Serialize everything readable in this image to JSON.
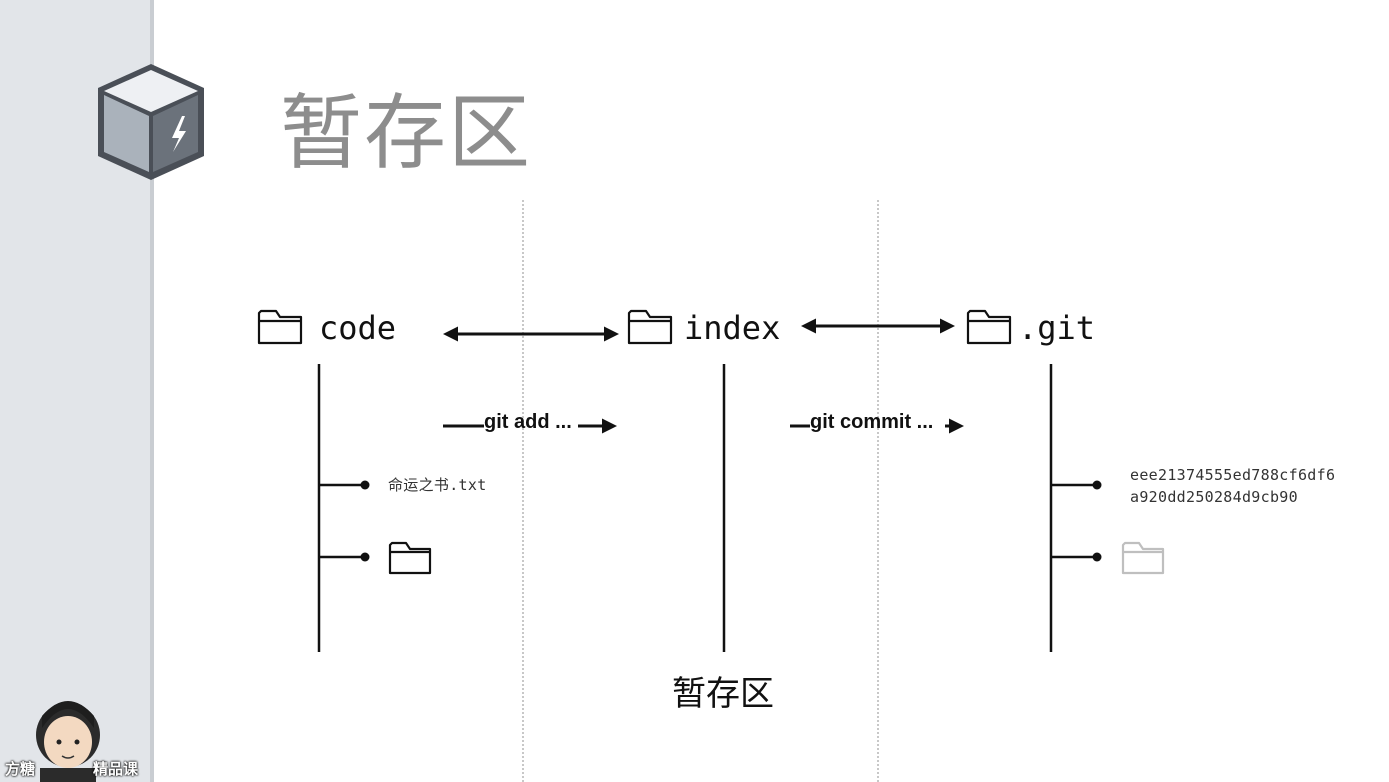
{
  "slide": {
    "title": "暂存区",
    "stage_caption": "暂存区"
  },
  "nodes": {
    "code": {
      "label": "code"
    },
    "index": {
      "label": "index"
    },
    "git": {
      "label": ".git"
    }
  },
  "commands": {
    "add": "git add ...",
    "commit": "git commit ..."
  },
  "code_children": {
    "file": "命运之书.txt"
  },
  "git_children": {
    "hash_line1": "eee21374555ed788cf6df6",
    "hash_line2": "a920dd250284d9cb90"
  },
  "watermark": {
    "left": "方糖",
    "right": "精品课"
  },
  "colors": {
    "band": "#e2e5e9",
    "title": "#8d8d8d",
    "line": "#111111",
    "faded_folder": "#bfbfbf",
    "logo_dark": "#4a4f57",
    "logo_mid": "#9aa2ab",
    "logo_light": "#e8ebef"
  }
}
